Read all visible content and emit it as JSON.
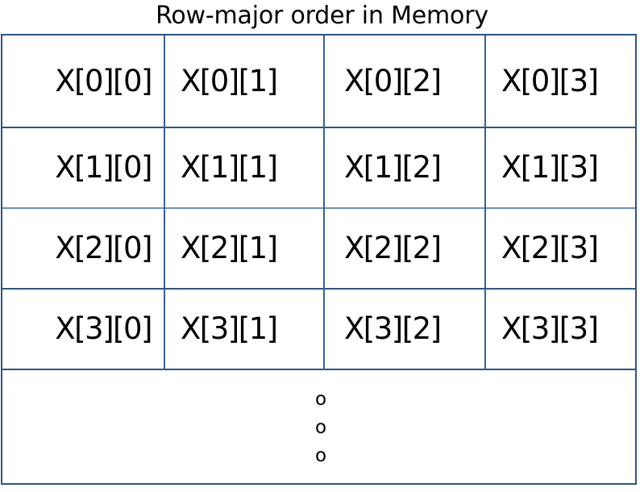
{
  "title": "Row-major order in Memory",
  "colors": {
    "border_outer": "#2E5481",
    "border_inner": "#3A6091",
    "border_inner_light": "#6C8FB8",
    "text": "#000000",
    "background": "#FFFFFF"
  },
  "table": {
    "rows": [
      [
        "X[0][0]",
        "X[0][1]",
        "X[0][2]",
        "X[0][3]"
      ],
      [
        "X[1][0]",
        "X[1][1]",
        "X[1][2]",
        "X[1][3]"
      ],
      [
        "X[2][0]",
        "X[2][1]",
        "X[2][2]",
        "X[2][3]"
      ],
      [
        "X[3][0]",
        "X[3][1]",
        "X[3][2]",
        "X[3][3]"
      ]
    ],
    "continuation": [
      "o",
      "o",
      "o"
    ]
  }
}
